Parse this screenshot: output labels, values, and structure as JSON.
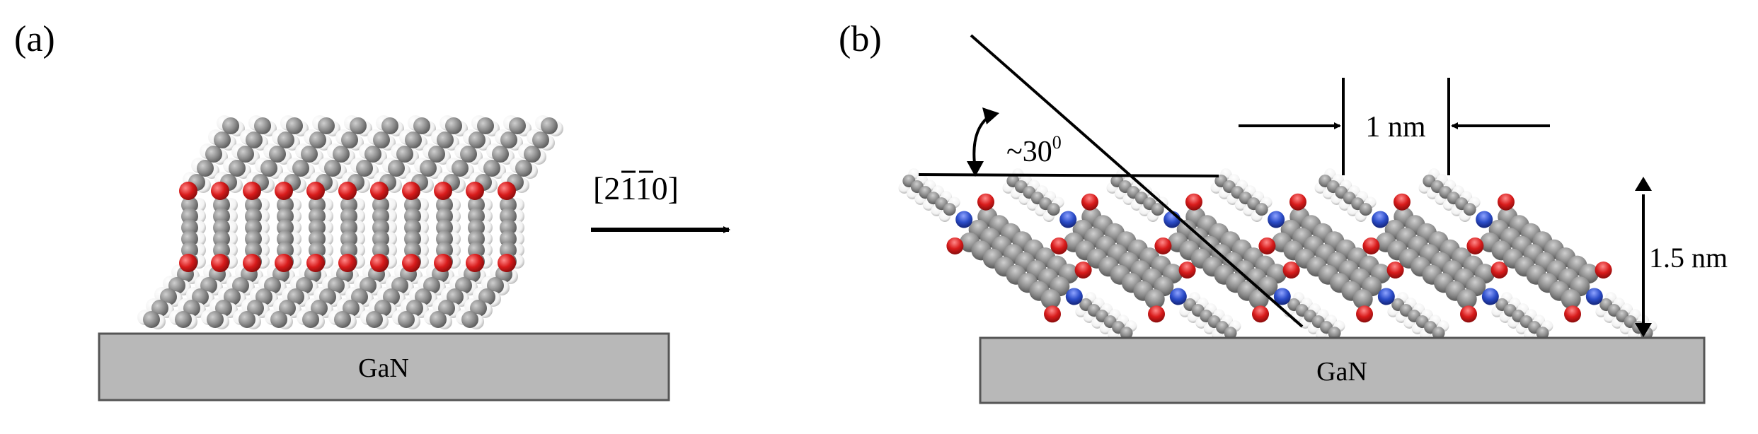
{
  "panel_a": {
    "label": "(a)",
    "substrate_label": "GaN",
    "direction_label": "[2¯1¯10]",
    "direction_parts": [
      "[2",
      "1",
      "1",
      "0]"
    ],
    "molecule_count": 11
  },
  "panel_b": {
    "label": "(b)",
    "substrate_label": "GaN",
    "angle_label": "~30",
    "angle_superscript": "0",
    "spacing_label": "1 nm",
    "height_label": "1.5 nm",
    "molecule_count": 6
  },
  "colors": {
    "carbon": "#8c8c8c",
    "hydrogen": "#ffffff",
    "oxygen": "#d81b1b",
    "nitrogen": "#2b4cc8",
    "substrate_fill": "#b8b8b8",
    "line": "#000000"
  }
}
